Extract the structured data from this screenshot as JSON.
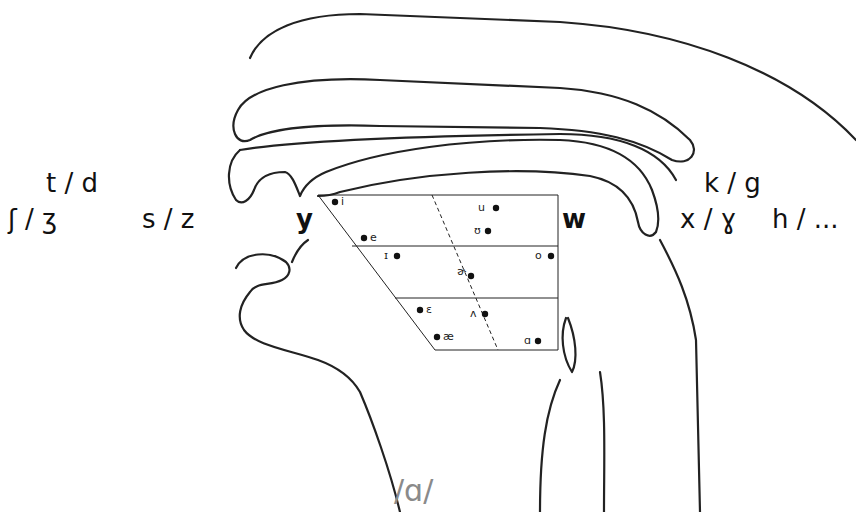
{
  "diagram": {
    "labels": [
      "t / d",
      "k / g",
      "ʃ / ʒ",
      "s / z",
      "y",
      "w",
      "x / ɣ",
      "h / ...",
      "i",
      "u",
      "e",
      "ʊ",
      "ɪ",
      "o",
      "ɚ",
      "ɛ",
      "ʌ",
      "æ",
      "ɑ",
      "/ɑ/"
    ]
  }
}
